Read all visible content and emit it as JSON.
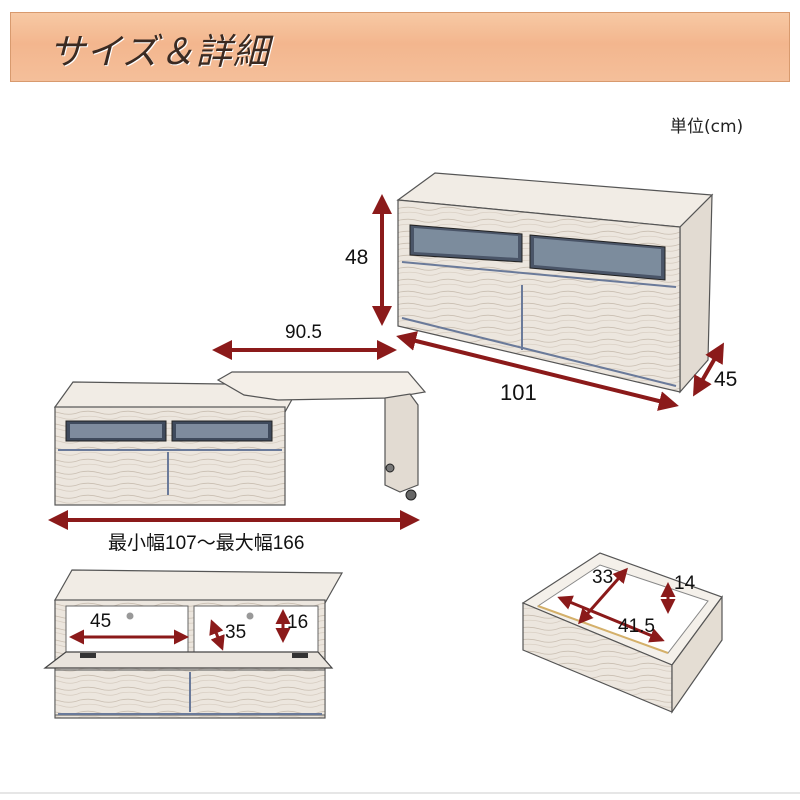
{
  "header": {
    "title": "サイズ＆詳細"
  },
  "unit_label": "単位(cm)",
  "dimensions": {
    "height": "48",
    "width": "101",
    "depth": "45",
    "extension": "90.5",
    "width_range": "最小幅107～最大幅166",
    "inner_width": "45",
    "inner_depth": "35",
    "inner_height": "16",
    "drawer_depth": "33",
    "drawer_height": "14",
    "drawer_width": "41.5"
  },
  "colors": {
    "arrow": "#8b1a1a",
    "wood": "#ede7df",
    "header_bg": "#f3b68e"
  }
}
